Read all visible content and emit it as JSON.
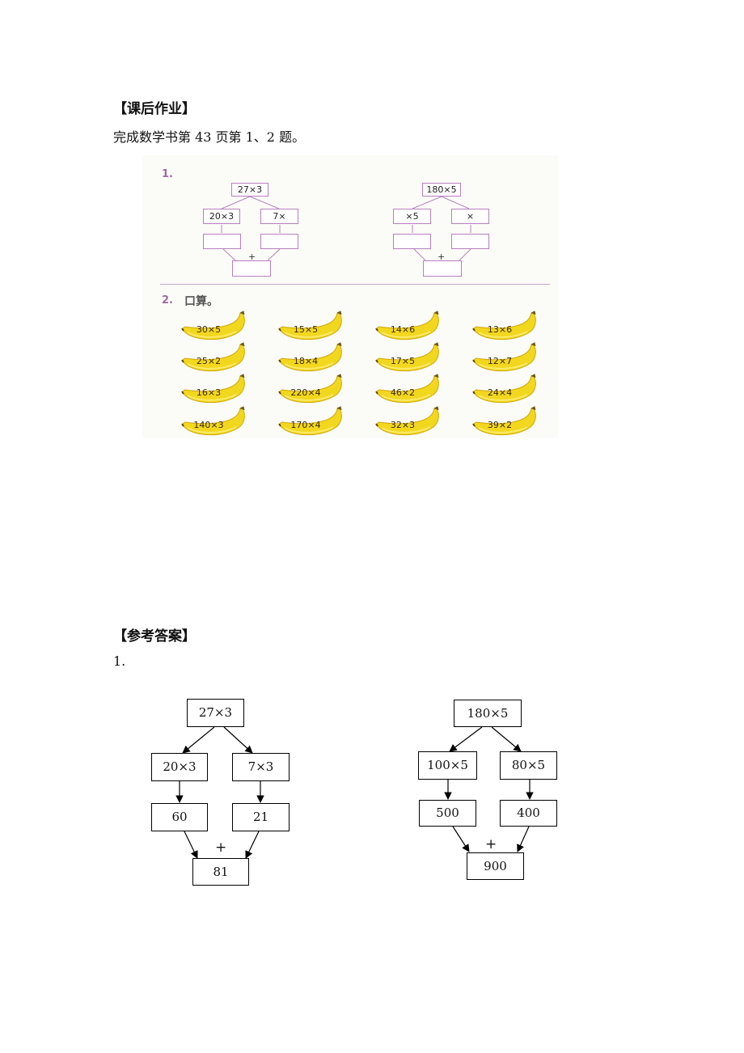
{
  "homework": {
    "title": "【课后作业】",
    "instruction": "完成数学书第 43 页第 1、2 题。"
  },
  "exercise": {
    "q1_num": "1.",
    "tree_left": {
      "top": "27×3",
      "left": "20×3",
      "right": "7×",
      "plus": "+"
    },
    "tree_right": {
      "top": "180×5",
      "left": "×5",
      "right": "×",
      "plus": "+"
    },
    "q2_num": "2.",
    "q2_title": "口算。",
    "bananas": [
      [
        "30×5",
        "15×5",
        "14×6",
        "13×6"
      ],
      [
        "25×2",
        "18×4",
        "17×5",
        "12×7"
      ],
      [
        "16×3",
        "220×4",
        "46×2",
        "24×4"
      ],
      [
        "140×3",
        "170×4",
        "32×3",
        "39×2"
      ]
    ]
  },
  "answers": {
    "title": "【参考答案】",
    "q1_num": "1.",
    "tree_left": {
      "top": "27×3",
      "left": "20×3",
      "right": "7×3",
      "left_result": "60",
      "right_result": "21",
      "plus": "+",
      "sum": "81"
    },
    "tree_right": {
      "top": "180×5",
      "left": "100×5",
      "right": "80×5",
      "left_result": "500",
      "right_result": "400",
      "plus": "+",
      "sum": "900"
    }
  }
}
